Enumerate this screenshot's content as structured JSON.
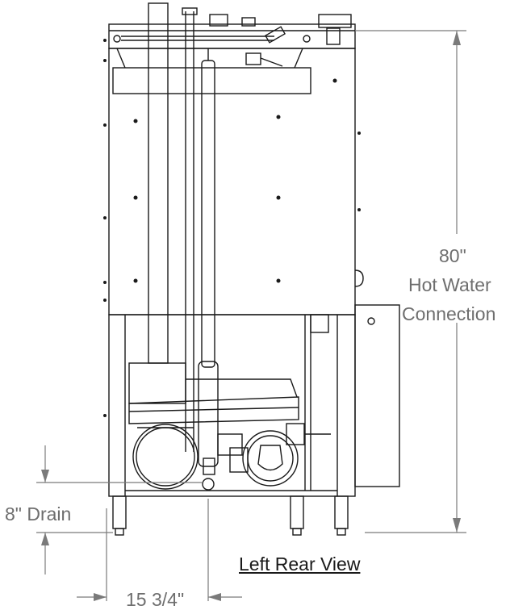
{
  "dimensions": {
    "hot_water": {
      "value": "80\"",
      "caption_1": "Hot Water",
      "caption_2": "Connection"
    },
    "drain": {
      "label": "8\" Drain"
    },
    "offset": {
      "label": "15 3/4\""
    }
  },
  "view": {
    "title": "Left Rear View"
  },
  "colors": {
    "line": "#1a1a1a",
    "dimension": "#7a7a7a",
    "background": "#ffffff"
  }
}
